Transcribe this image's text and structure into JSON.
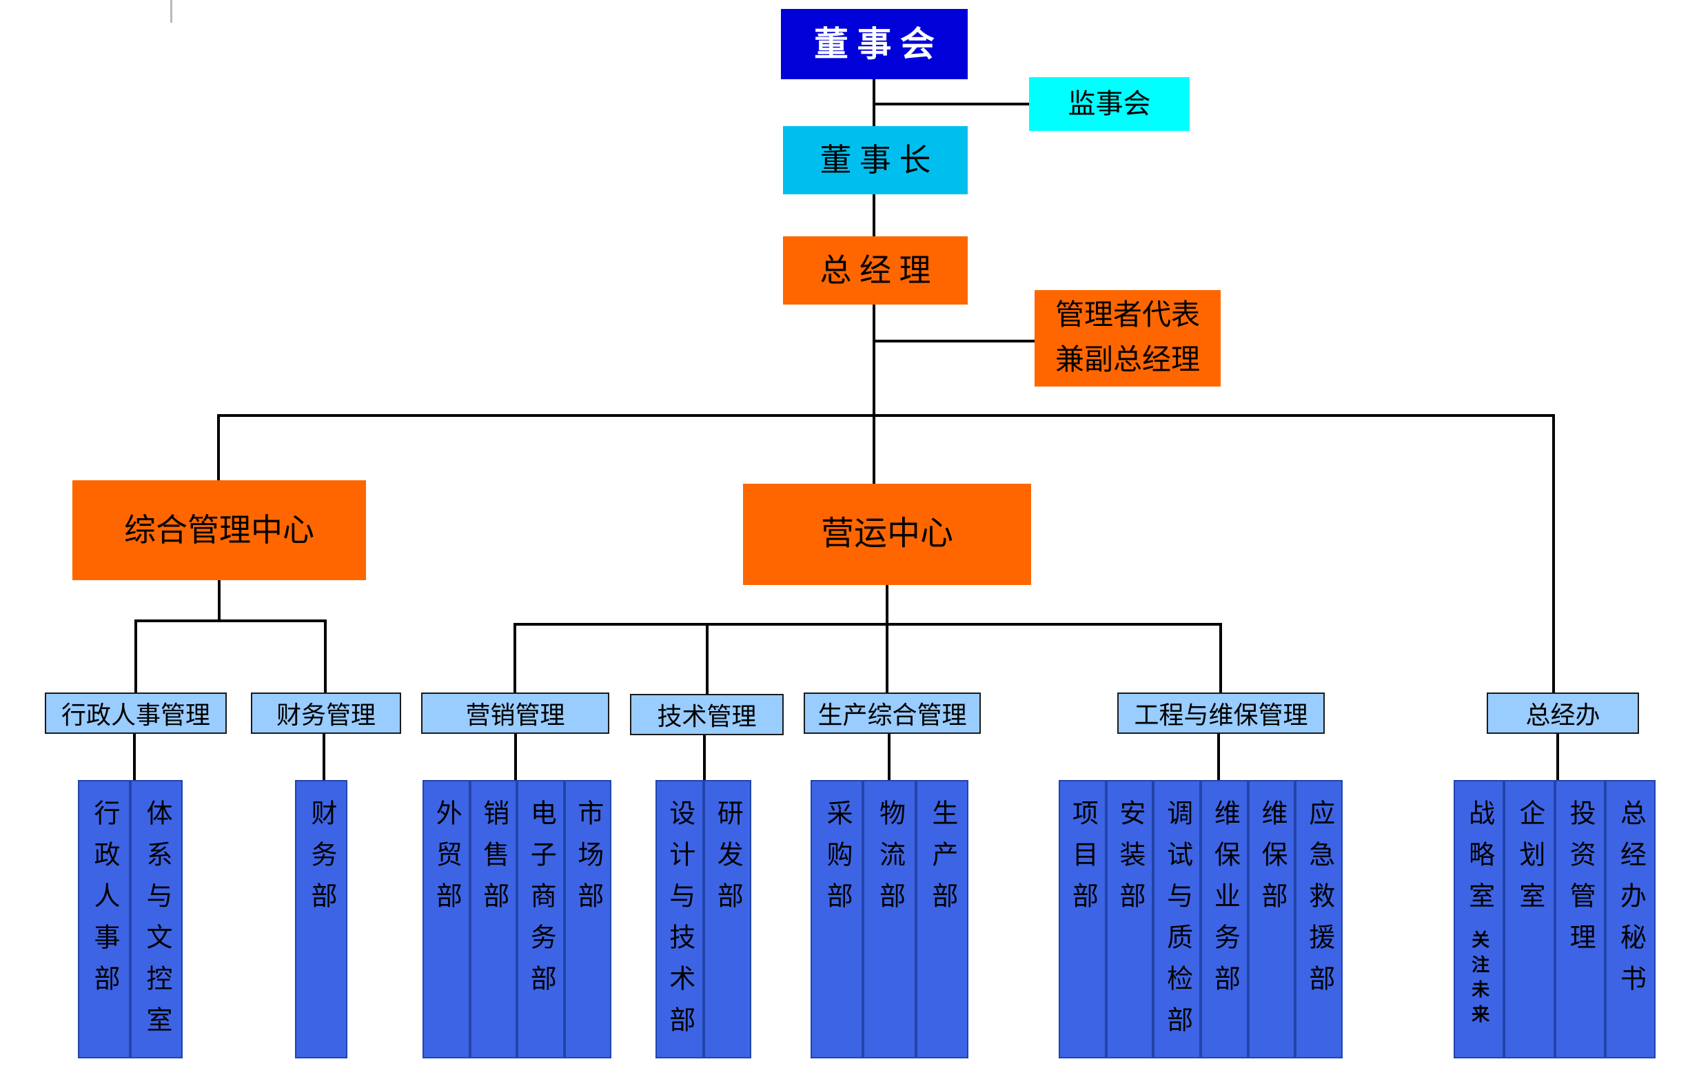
{
  "colors": {
    "board_bg": "#0000D9",
    "supervisory_bg": "#00FFFF",
    "chairman_bg": "#00BFEF",
    "executive_bg": "#FF6600",
    "branch_header_bg": "#99CCFF",
    "department_bg": "#3D64E4",
    "department_border": "#2244AA",
    "connector": "#000000"
  },
  "top_nodes": {
    "board": "董 事 会",
    "supervisory": "监事会",
    "chairman": "董 事 长",
    "general_manager": "总 经 理",
    "mgmt_rep_line1": "管理者代表",
    "mgmt_rep_line2": "兼副总经理"
  },
  "centers": {
    "admin": "综合管理中心",
    "operations": "营运中心"
  },
  "branch_headers": {
    "hr": "行政人事管理",
    "finance": "财务管理",
    "marketing": "营销管理",
    "technology": "技术管理",
    "production": "生产综合管理",
    "engineering": "工程与维保管理",
    "gm_office": "总经办"
  },
  "departments": {
    "hr": [
      "行政人事部",
      "体系与文控室"
    ],
    "finance": [
      "财务部"
    ],
    "marketing": [
      "外贸部",
      "销售部",
      "电子商务部",
      "市场部"
    ],
    "technology": [
      "设计与技术部",
      "研发部"
    ],
    "production": [
      "采购部",
      "物流部",
      "生产部"
    ],
    "engineering": [
      "项目部",
      "安装部",
      "调试与质检部",
      "维保业务部",
      "维保部",
      "应急救援部"
    ],
    "gm_office": [
      "战略室",
      "企划室",
      "投资管理",
      "总经办秘书"
    ],
    "strategy_note": "关注未来"
  }
}
